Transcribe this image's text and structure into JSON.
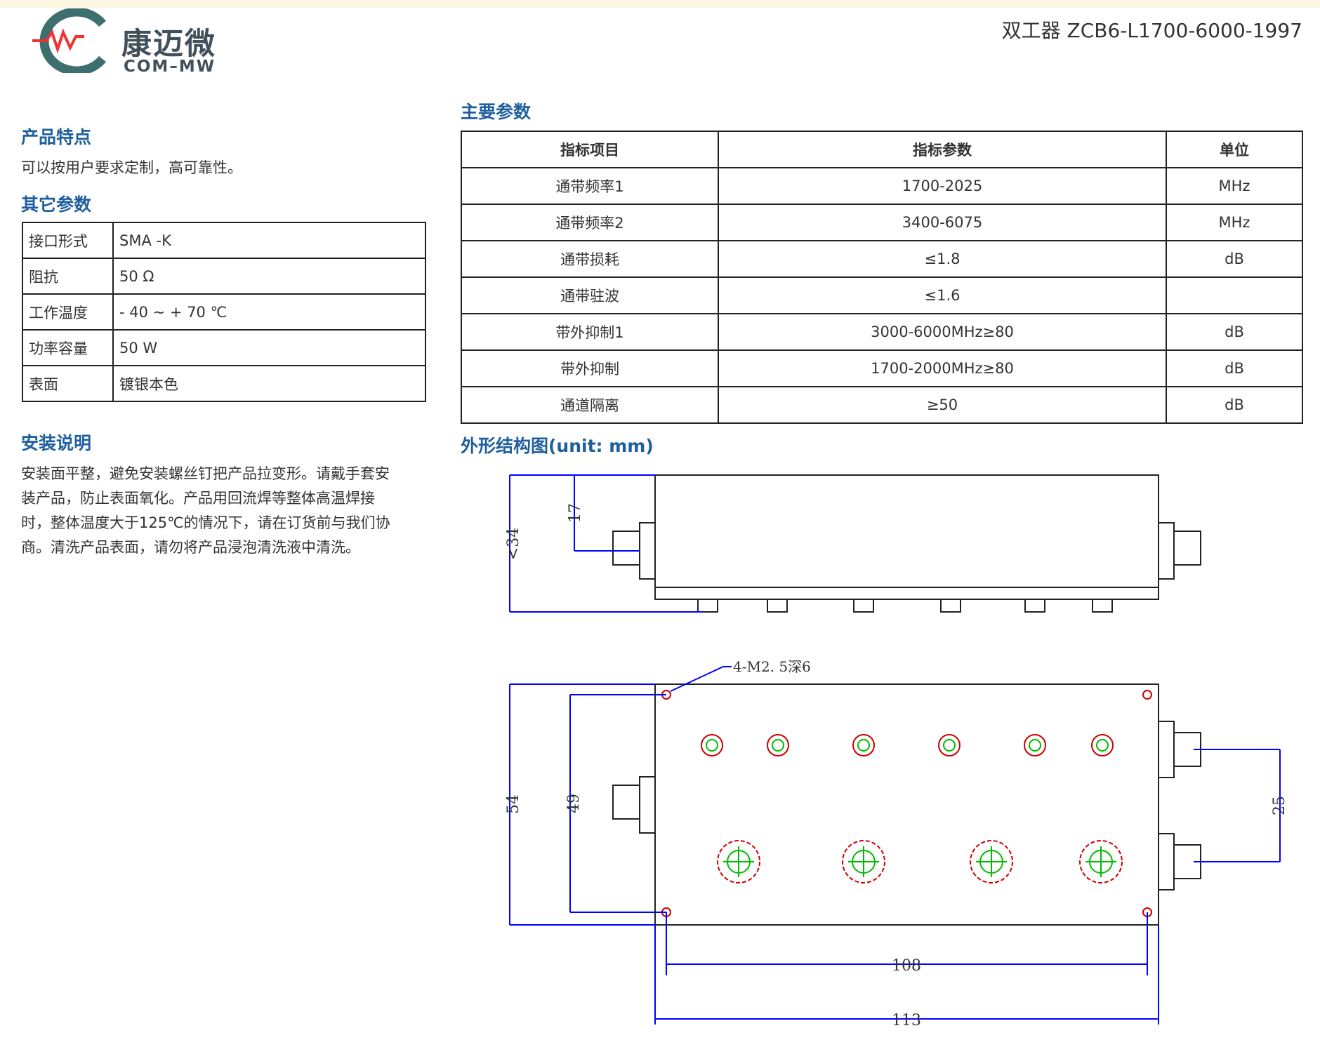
{
  "brand": {
    "name_cn": "康迈微",
    "name_en": "COM–MW"
  },
  "doc_title": "双工器 ZCB6-L1700-6000-1997",
  "features": {
    "heading": "产品特点",
    "text": "可以按用户要求定制，高可靠性。"
  },
  "other_params": {
    "heading": "其它参数",
    "rows": [
      {
        "label": "接口形式",
        "value": "SMA -K"
      },
      {
        "label": "阻抗",
        "value": "50 Ω"
      },
      {
        "label": "工作温度",
        "value": "- 40 ~ + 70 ℃"
      },
      {
        "label": "功率容量",
        "value": "50 W"
      },
      {
        "label": "表面",
        "value": "镀银本色"
      }
    ]
  },
  "install": {
    "heading": "安装说明",
    "lines": [
      "安装面平整，避免安装螺丝钉把产品拉变形。请戴手套安",
      "装产品，防止表面氧化。产品用回流焊等整体高温焊接",
      "时，整体温度大于125℃的情况下，请在订货前与我们协",
      "商。清洗产品表面，请勿将产品浸泡清洗液中清洗。"
    ]
  },
  "main_params": {
    "heading": "主要参数",
    "headers": [
      "指标项目",
      "指标参数",
      "单位"
    ],
    "rows": [
      {
        "item": "通带频率1",
        "param": "1700-2025",
        "unit": "MHz"
      },
      {
        "item": "通带频率2",
        "param": "3400-6075",
        "unit": "MHz"
      },
      {
        "item": "通带损耗",
        "param": "≤1.8",
        "unit": "dB"
      },
      {
        "item": "通带驻波",
        "param": "≤1.6",
        "unit": ""
      },
      {
        "item": "带外抑制1",
        "param": "3000-6000MHz≥80",
        "unit": "dB"
      },
      {
        "item": "带外抑制",
        "param": "1700-2000MHz≥80",
        "unit": "dB"
      },
      {
        "item": "通道隔离",
        "param": "≥50",
        "unit": "dB"
      }
    ]
  },
  "drawing": {
    "heading": "外形结构图(unit: mm)",
    "dims": {
      "height": "<34",
      "port_offset": "17",
      "width_total": "54",
      "hole_span_v": "49",
      "port_pitch": "25",
      "hole_span_h": "108",
      "length": "113",
      "holes_note": "4-M2. 5深6"
    }
  },
  "colors": {
    "heading": "#1f5f9e",
    "dim_line": "#0000ff",
    "hole_red": "#dd0000",
    "hole_green": "#00cc00"
  }
}
